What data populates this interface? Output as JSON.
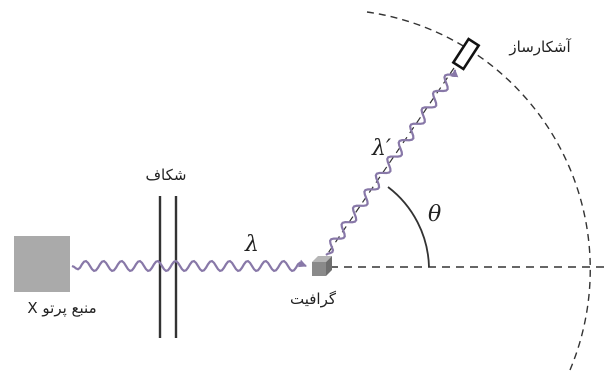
{
  "labels": {
    "source": "منبع پرتو X",
    "slit": "شکاف",
    "graphite": "گرافیت",
    "detector": "آشکارساز",
    "incident_wavelength": "λ",
    "scattered_wavelength": "λ′",
    "scattering_angle": "θ"
  },
  "colors": {
    "wave": "#8878a8",
    "source_block": "#aaaaaa",
    "graphite_block": "#8a8a8a",
    "line": "#333333"
  },
  "icons": {
    "source": "gray-square",
    "graphite": "small-cube",
    "detector": "rectangular-detector"
  }
}
